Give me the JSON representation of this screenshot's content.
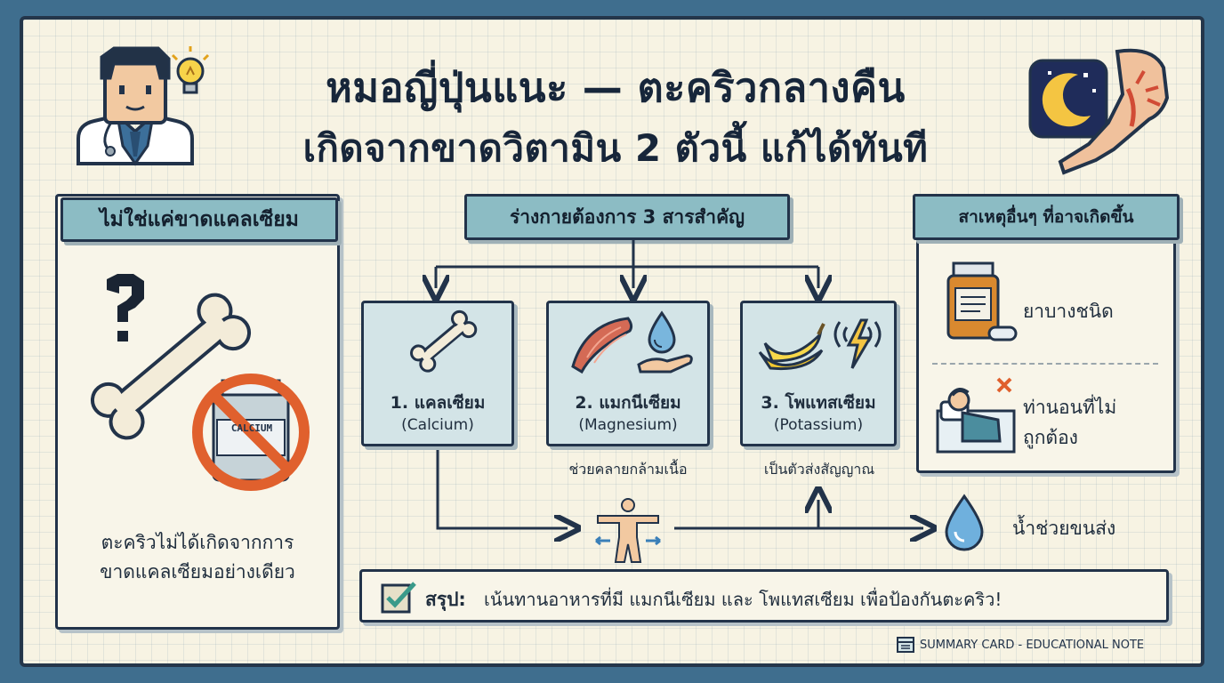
{
  "title": {
    "line1": "หมอญี่ปุ่นแนะ — ตะคริวกลางคืน",
    "line2": "เกิดจากขาดวิตามิน 2 ตัวนี้ แก้ได้ทันที"
  },
  "left_panel": {
    "heading": "ไม่ใช่แค่ขาดแคลเซียม",
    "bottle_label": "CALCIUM",
    "caption_line1": "ตะคริวไม่ได้เกิดจากการ",
    "caption_line2": "ขาดแคลเซียมอย่างเดียว"
  },
  "center": {
    "heading": "ร่างกายต้องการ 3 สารสำคัญ",
    "nutrients": [
      {
        "name": "1. แคลเซียม",
        "latin": "(Calcium)",
        "note": ""
      },
      {
        "name": "2. แมกนีเซียม",
        "latin": "(Magnesium)",
        "note": "ช่วยคลายกล้ามเนื้อ"
      },
      {
        "name": "3. โพแทสเซียม",
        "latin": "(Potassium)",
        "note": "เป็นตัวส่งสัญญาณ"
      }
    ],
    "water_note": "น้ำช่วยขนส่ง"
  },
  "right_panel": {
    "heading": "สาเหตุอื่นๆ ที่อาจเกิดขึ้น",
    "causes": [
      {
        "line1": "ยาบางชนิด",
        "line2": ""
      },
      {
        "line1": "ท่านอนที่ไม่",
        "line2": "ถูกต้อง"
      }
    ]
  },
  "summary": {
    "label": "สรุป:",
    "text": "เน้นทานอาหารที่มี แมกนีเซียม และ โพแทสเซียม เพื่อป้องกันตะคริว!"
  },
  "footer": {
    "text": "SUMMARY CARD - EDUCATIONAL NOTE"
  },
  "colors": {
    "frame": "#3f6e8e",
    "card": "#f7f3e3",
    "tab": "#8cbcc4",
    "box": "#d3e4e7",
    "ink": "#22334a",
    "check": "#3a9a8a"
  }
}
